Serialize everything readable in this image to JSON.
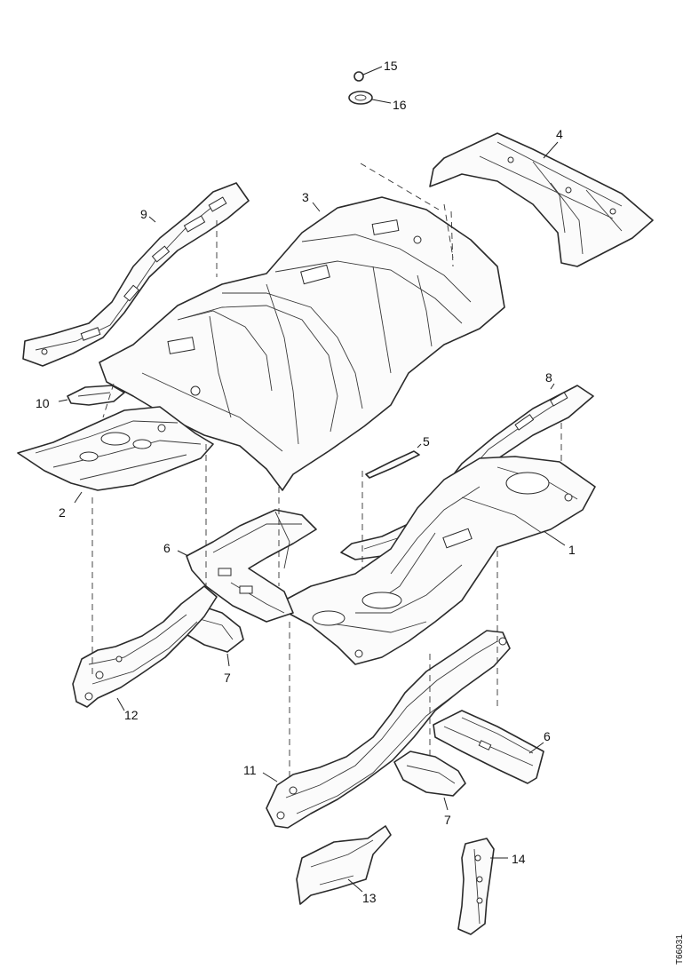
{
  "callouts": [
    {
      "id": "1",
      "part": "main-floor-panel"
    },
    {
      "id": "2",
      "part": "front-floor-section"
    },
    {
      "id": "3",
      "part": "rear-floor-pan"
    },
    {
      "id": "4",
      "part": "rear-end-panel"
    },
    {
      "id": "5",
      "part": "small-bracket"
    },
    {
      "id": "6",
      "part": "cross-member"
    },
    {
      "id": "7",
      "part": "reinforcement-plate"
    },
    {
      "id": "8",
      "part": "side-rail"
    },
    {
      "id": "9",
      "part": "side-rail"
    },
    {
      "id": "10",
      "part": "gusset-plate"
    },
    {
      "id": "11",
      "part": "front-longitudinal-member"
    },
    {
      "id": "12",
      "part": "front-longitudinal-member"
    },
    {
      "id": "13",
      "part": "mounting-bracket"
    },
    {
      "id": "14",
      "part": "mounting-bracket"
    },
    {
      "id": "15",
      "part": "clip"
    },
    {
      "id": "16",
      "part": "grommet"
    }
  ],
  "labels": {
    "c1": "1",
    "c2": "2",
    "c3": "3",
    "c4": "4",
    "c5": "5",
    "c6a": "6",
    "c6b": "6",
    "c7a": "7",
    "c7b": "7",
    "c8": "8",
    "c9": "9",
    "c10": "10",
    "c11": "11",
    "c12": "12",
    "c13": "13",
    "c14": "14",
    "c15": "15",
    "c16": "16"
  },
  "reference_code": "T66031"
}
